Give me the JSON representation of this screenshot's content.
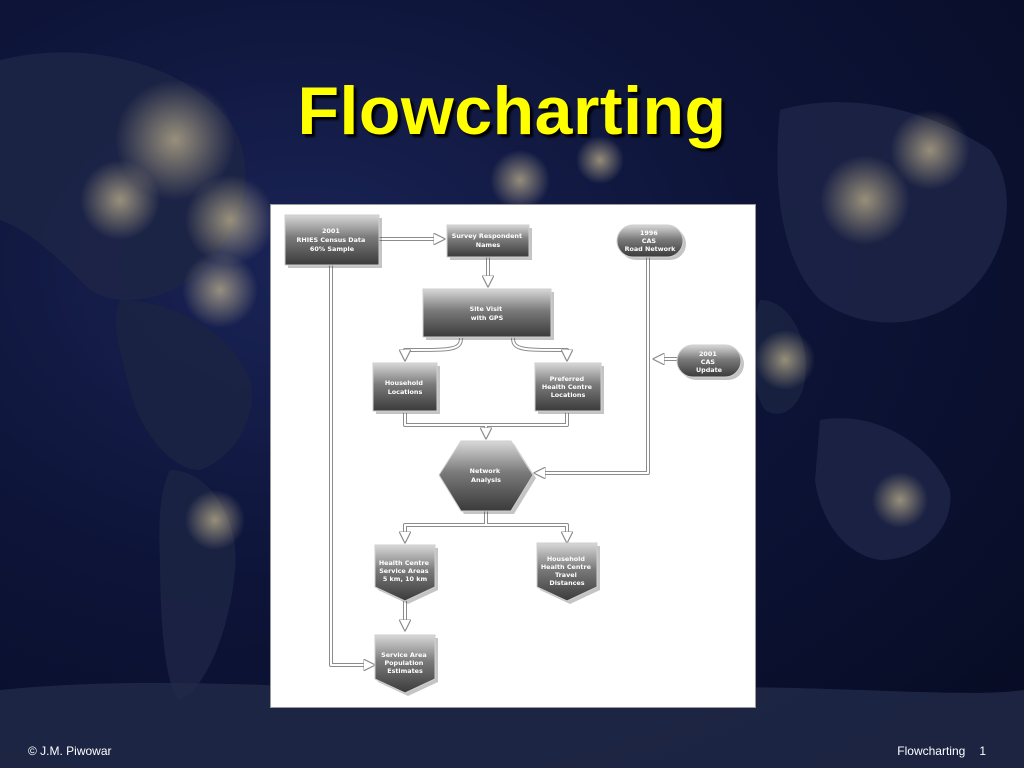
{
  "slide": {
    "title": "Flowcharting",
    "footer_left": "© J.M. Piwowar",
    "footer_title": "Flowcharting",
    "page_number": "1"
  },
  "colors": {
    "title": "#ffff00",
    "background": "#0d1438",
    "node_fill_top": "#d8d8d8",
    "node_fill_bottom": "#3a3a3a",
    "connector": "#8c8c8c"
  },
  "diagram": {
    "nodes": {
      "census": [
        "2001",
        "RHIES Census Data",
        "60% Sample"
      ],
      "survey": [
        "Survey Respondent",
        "Names"
      ],
      "road": [
        "1996",
        "CAS",
        "Road Network"
      ],
      "site": [
        "Site Visit",
        "with GPS"
      ],
      "cas_update": [
        "2001",
        "CAS",
        "Update"
      ],
      "household_loc": [
        "Household",
        "Locations"
      ],
      "preferred": [
        "Preferred",
        "Health Centre",
        "Locations"
      ],
      "network": [
        "Network",
        "Analysis"
      ],
      "service_areas": [
        "Health Centre",
        "Service Areas",
        "5 km, 10 km"
      ],
      "travel": [
        "Household",
        "Health Centre",
        "Travel",
        "Distances"
      ],
      "population": [
        "Service Area",
        "Population",
        "Estimates"
      ]
    }
  }
}
